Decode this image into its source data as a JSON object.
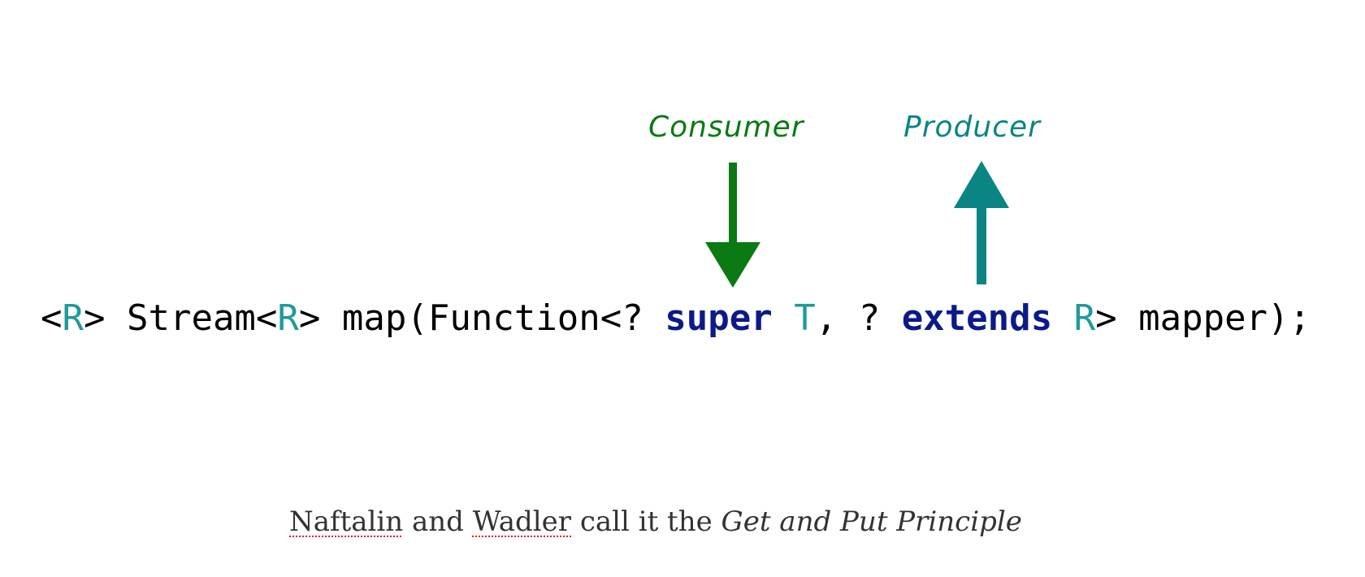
{
  "annotations": {
    "consumer": {
      "label": "Consumer",
      "color": "#0b7a12",
      "arrow": "down"
    },
    "producer": {
      "label": "Producer",
      "color": "#0a8584",
      "arrow": "up"
    }
  },
  "code": {
    "tokens": [
      {
        "text": "<",
        "kind": "plain"
      },
      {
        "text": "R",
        "kind": "type"
      },
      {
        "text": "> Stream<",
        "kind": "plain"
      },
      {
        "text": "R",
        "kind": "type"
      },
      {
        "text": "> map(Function<? ",
        "kind": "plain"
      },
      {
        "text": "super",
        "kind": "keyword"
      },
      {
        "text": " ",
        "kind": "plain"
      },
      {
        "text": "T",
        "kind": "type"
      },
      {
        "text": ", ? ",
        "kind": "plain"
      },
      {
        "text": "extends",
        "kind": "keyword"
      },
      {
        "text": " ",
        "kind": "plain"
      },
      {
        "text": "R",
        "kind": "type"
      },
      {
        "text": "> mapper);",
        "kind": "plain"
      }
    ],
    "colors": {
      "plain": "#000000",
      "type": "#1f9a9a",
      "keyword": "#0a1a8a"
    }
  },
  "caption": {
    "name1": "Naftalin",
    "and": " and ",
    "name2": "Wadler",
    "middle": " call it the ",
    "principle": "Get and Put Principle"
  }
}
